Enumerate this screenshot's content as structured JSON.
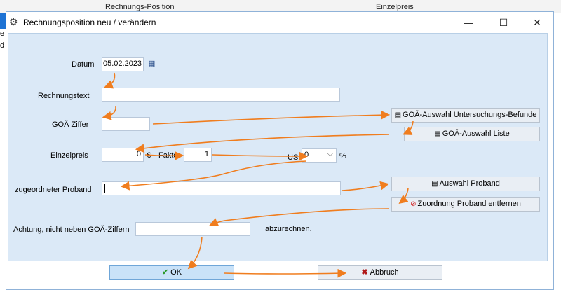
{
  "background": {
    "col1": "Rechnungs-Position",
    "col2": "Einzelpreis",
    "side_text_1": "e",
    "side_text_2": "d"
  },
  "dialog": {
    "title": "Rechnungsposition neu / verändern",
    "controls": {
      "minimize": "—",
      "maximize": "☐",
      "close": "✕"
    }
  },
  "form": {
    "datum_label": "Datum",
    "datum_value": "05.02.2023",
    "rechnungstext_label": "Rechnungstext",
    "rechnungstext_value": "",
    "goae_ziffer_label": "GOÄ Ziffer",
    "goae_ziffer_value": "",
    "einzelpreis_label": "Einzelpreis",
    "einzelpreis_value": "0",
    "currency_symbol": "€",
    "faktor_label": "Faktor",
    "faktor_value": "1",
    "ust_label": "USt",
    "ust_value": "0",
    "percent_symbol": "%",
    "proband_label": "zugeordneter Proband",
    "proband_value": "",
    "achtung_label": "Achtung, nicht neben GOÄ-Ziffern",
    "achtung_value": "",
    "abzurechnen_label": "abzurechnen."
  },
  "buttons": {
    "goae_befunde": "GOÄ-Auswahl Untersuchungs-Befunde",
    "goae_liste": "GOÄ-Auswahl Liste",
    "auswahl_proband": "Auswahl Proband",
    "zuordnung_entfernen": "Zuordnung Proband entfernen",
    "ok": "OK",
    "abbruch": "Abbruch"
  },
  "colors": {
    "accent_arrow": "#f07d1e",
    "client_bg": "#dbe9f7",
    "ok_check": "#2b9a2b",
    "abbruch_x": "#b01818",
    "no_symbol": "#d02020"
  }
}
